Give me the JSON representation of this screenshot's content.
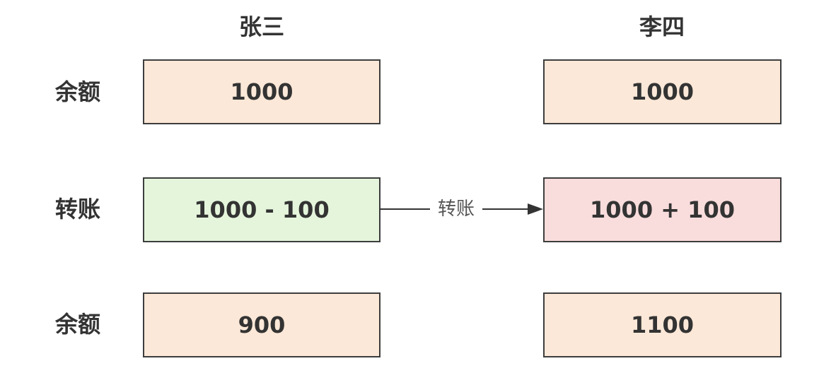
{
  "columns": {
    "left": "张三",
    "right": "李四"
  },
  "rows": {
    "before": "余额",
    "transfer": "转账",
    "after": "余额"
  },
  "boxes": {
    "zhangsan_before": {
      "text": "1000",
      "fill": "#fce8d8"
    },
    "lisi_before": {
      "text": "1000",
      "fill": "#fce8d8"
    },
    "zhangsan_transfer": {
      "text": "1000 - 100",
      "fill": "#e4f5dc"
    },
    "lisi_transfer": {
      "text": "1000 + 100",
      "fill": "#f9dcdc"
    },
    "zhangsan_after": {
      "text": "900",
      "fill": "#fce8d8"
    },
    "lisi_after": {
      "text": "1100",
      "fill": "#fce8d8"
    }
  },
  "arrow": {
    "label": "转账"
  }
}
